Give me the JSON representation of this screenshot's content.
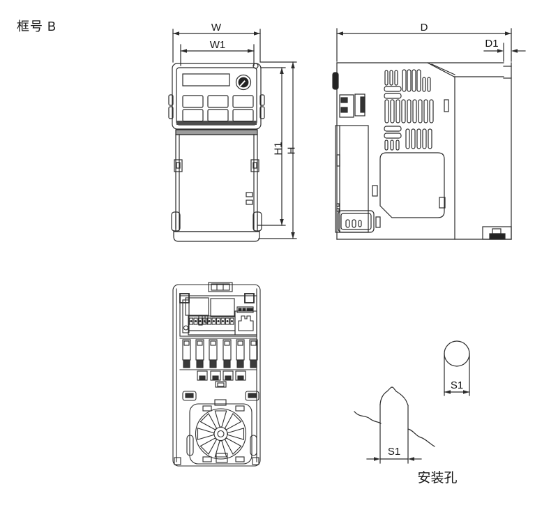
{
  "page": {
    "frame_label": "框号 B",
    "ink_color": "#2b2b2b",
    "background": "#ffffff"
  },
  "dimensions": {
    "w": "W",
    "w1": "W1",
    "h": "H",
    "h1": "H1",
    "d": "D",
    "d1": "D1",
    "s1_circle": "S1",
    "s1_slot": "S1"
  },
  "labels": {
    "mounting_hole": "安装孔"
  }
}
